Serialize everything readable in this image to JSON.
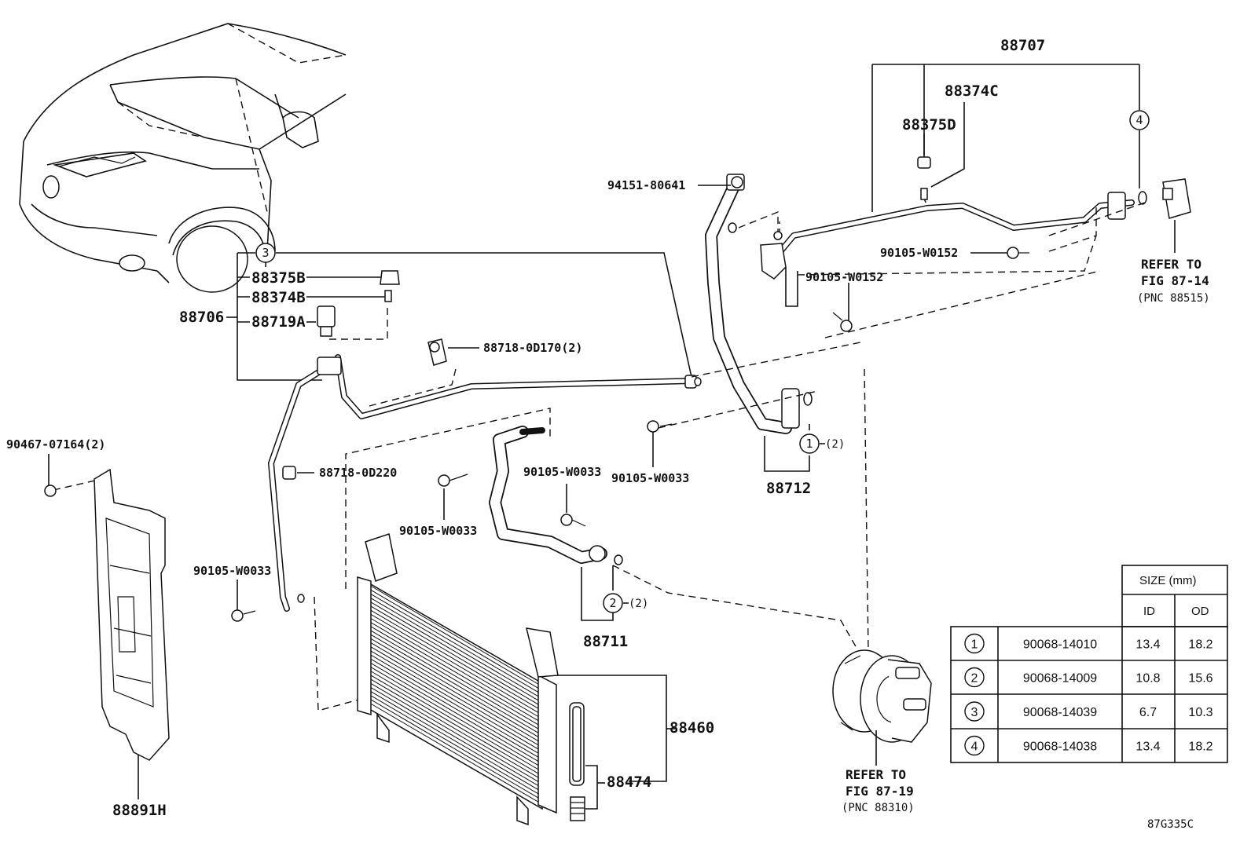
{
  "diagram_id": "87G335C",
  "labels": {
    "p88707": "88707",
    "p88374C": "88374C",
    "p88375D": "88375D",
    "p94151": "94151-80641",
    "p90105_w0152_a": "90105-W0152",
    "p90105_w0152_b": "90105-W0152",
    "p88375B": "88375B",
    "p88374B": "88374B",
    "p88719A": "88719A",
    "p88706": "88706",
    "p88718_0D170": "88718-0D170(2)",
    "p90467": "90467-07164(2)",
    "p88718_0D220": "88718-0D220",
    "p90105_w0033_a": "90105-W0033",
    "p90105_w0033_b": "90105-W0033",
    "p90105_w0033_c": "90105-W0033",
    "p90105_w0033_d": "90105-W0033",
    "p88712": "88712",
    "p88711": "88711",
    "p88460": "88460",
    "p88474": "88474",
    "p88891H": "88891H"
  },
  "callouts": {
    "c1": "1",
    "c1_qty": "(2)",
    "c2": "2",
    "c2_qty": "(2)",
    "c3": "3",
    "c4": "4"
  },
  "references": {
    "right": {
      "line1": "REFER TO",
      "line2": "FIG 87-14",
      "line3": "(PNC 88515)"
    },
    "bottom": {
      "line1": "REFER TO",
      "line2": "FIG 87-19",
      "line3": "(PNC 88310)"
    }
  },
  "size_table": {
    "title": "SIZE (mm)",
    "col_id": "ID",
    "col_od": "OD",
    "rows": [
      {
        "ref": "1",
        "part": "90068-14010",
        "id": "13.4",
        "od": "18.2"
      },
      {
        "ref": "2",
        "part": "90068-14009",
        "id": "10.8",
        "od": "15.6"
      },
      {
        "ref": "3",
        "part": "90068-14039",
        "id": "6.7",
        "od": "10.3"
      },
      {
        "ref": "4",
        "part": "90068-14038",
        "id": "13.4",
        "od": "18.2"
      }
    ]
  }
}
